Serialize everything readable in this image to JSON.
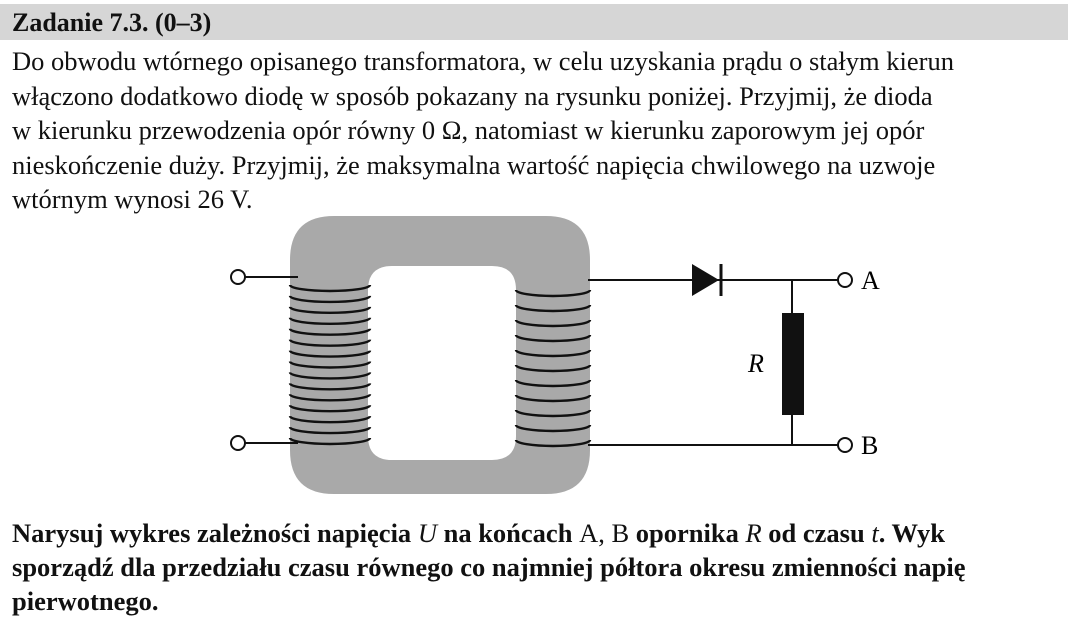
{
  "header": {
    "title": "Zadanie 7.3. (0–3)"
  },
  "intro": {
    "lines": [
      "Do obwodu wtórnego opisanego transformatora, w celu uzyskania prądu o stałym kierun",
      "włączono dodatkowo diodę w sposób pokazany na rysunku poniżej. Przyjmij, że dioda",
      "w kierunku przewodzenia opór równy 0 Ω, natomiast w kierunku zaporowym jej opór",
      "nieskończenie duży. Przyjmij, że maksymalna wartość napięcia chwilowego na uzwoje",
      "wtórnym wynosi 26 V."
    ]
  },
  "figure": {
    "terminal_a": "A",
    "terminal_b": "B",
    "resistor_label": "R"
  },
  "task": {
    "l1_a": "Narysuj wykres zależności napięcia ",
    "l1_u": "U",
    "l1_b": " na końcach ",
    "l1_ab": "A, B",
    "l1_c": " opornika ",
    "l1_r": "R",
    "l1_d": " od czasu ",
    "l1_t": "t",
    "l1_e": ". Wyk",
    "l2": "sporządź dla przedziału czasu równego co najmniej półtora okresu zmienności napię",
    "l3": "pierwotnego."
  }
}
